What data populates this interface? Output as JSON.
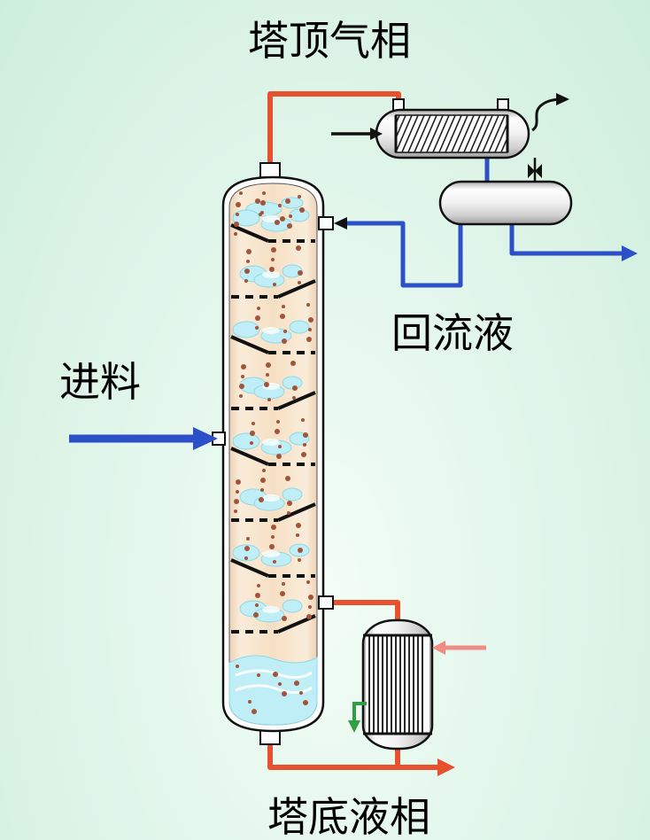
{
  "labels": {
    "top": "塔顶气相",
    "reflux": "回流液",
    "feed": "进料",
    "bottom": "塔底液相"
  },
  "colors": {
    "pipe_red": "#e8512d",
    "pipe_blue": "#2b50c8",
    "steam_pink": "#ef8d85",
    "condensate_green": "#2f9e44",
    "column_fill": "#f6e0c4",
    "froth": "#bfeef6",
    "bubble": "#a2543a",
    "bg": "#ddf4e7"
  },
  "icons": {
    "valve": "valve-icon",
    "arrows": [
      "feed-arrow",
      "reflux-arrow",
      "distillate-arrow",
      "bottoms-arrow",
      "cooling-water-in-arrow",
      "vent-arrow",
      "steam-in-arrow",
      "condensate-arrow"
    ]
  }
}
